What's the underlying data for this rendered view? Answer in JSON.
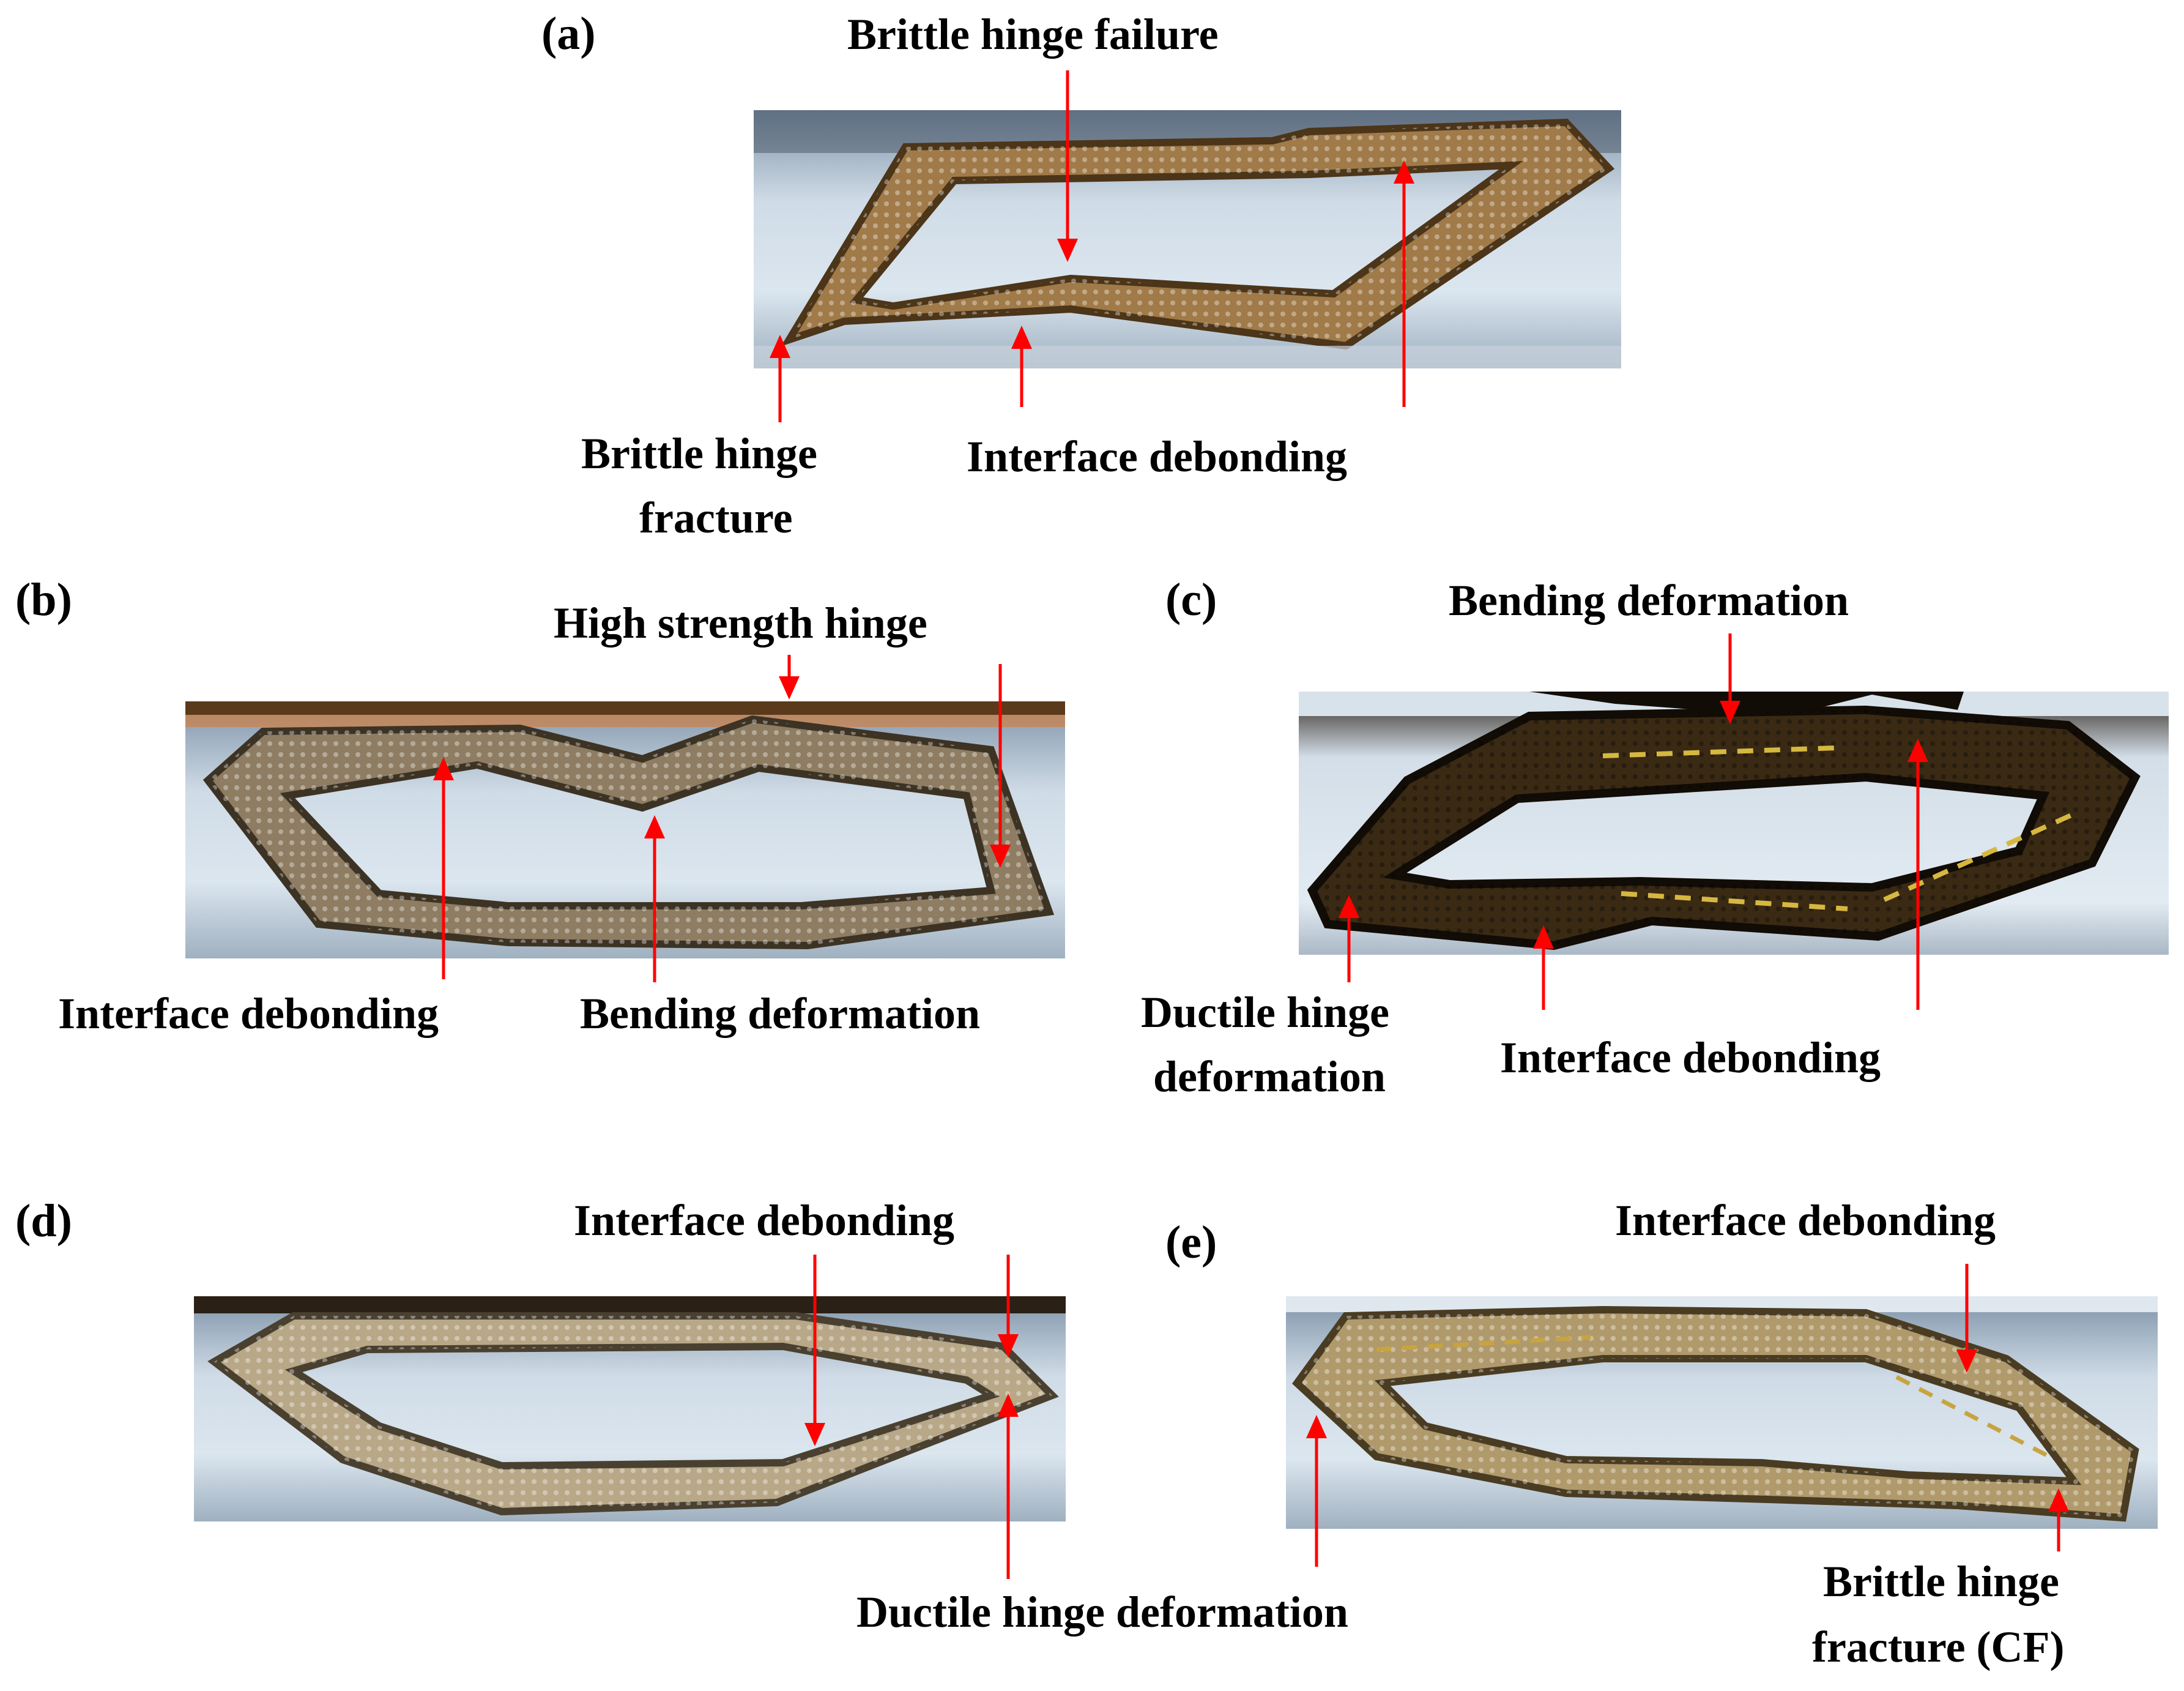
{
  "panels": [
    {
      "id": "a",
      "label": "(a)",
      "annotations": [
        {
          "text": "Brittle hinge failure"
        },
        {
          "text": "Interface debonding"
        },
        {
          "lines": [
            "Brittle hinge",
            "fracture"
          ]
        }
      ]
    },
    {
      "id": "b",
      "label": "(b)",
      "annotations": [
        {
          "text": "High strength hinge"
        },
        {
          "text": "Interface debonding"
        },
        {
          "text": "Bending deformation"
        }
      ]
    },
    {
      "id": "c",
      "label": "(c)",
      "annotations": [
        {
          "text": "Bending deformation"
        },
        {
          "lines": [
            "Ductile hinge",
            "deformation"
          ]
        },
        {
          "text": "Interface debonding"
        }
      ]
    },
    {
      "id": "d",
      "label": "(d)",
      "annotations": [
        {
          "text": "Interface debonding"
        },
        {
          "text": "Ductile hinge deformation"
        }
      ]
    },
    {
      "id": "e",
      "label": "(e)",
      "annotations": [
        {
          "text": "Interface debonding"
        },
        {
          "lines": [
            "Brittle hinge",
            "fracture (CF)"
          ]
        }
      ]
    }
  ],
  "colors": {
    "arrow": "#ff0000",
    "background": "#ffffff",
    "photo_light": "#cfdbe6",
    "photo_dark": "#1a1209",
    "strut_a": "#a07a48",
    "strut_b": "#8e7d62",
    "strut_c": "#3a2a14",
    "strut_d": "#b8a888",
    "strut_e": "#b09a6c"
  }
}
